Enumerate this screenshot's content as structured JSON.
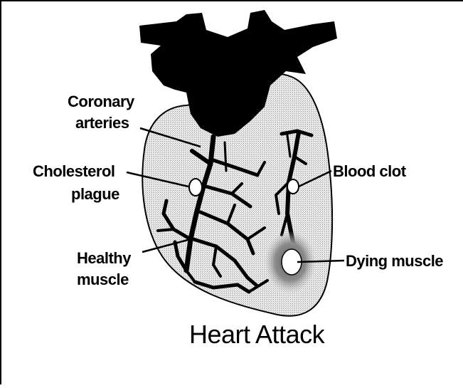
{
  "diagram": {
    "title": "Heart Attack",
    "labels": {
      "coronary_arteries_line1": "Coronary",
      "coronary_arteries_line2": "arteries",
      "cholesterol_plaque_line1": "Cholesterol",
      "cholesterol_plaque_line2": "plague",
      "healthy_muscle_line1": "Healthy",
      "healthy_muscle_line2": "muscle",
      "blood_clot": "Blood clot",
      "dying_muscle": "Dying muscle"
    },
    "colors": {
      "heart_fill": "#e4e4e4",
      "vessel_fill": "#000000",
      "dying_region": "#8a8a8a",
      "frame": "#000000"
    }
  }
}
